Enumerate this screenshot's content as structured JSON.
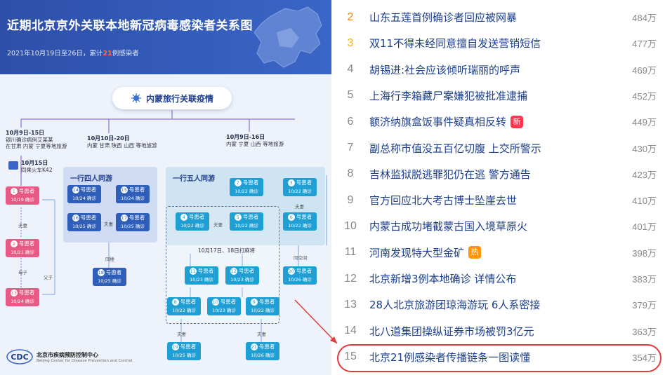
{
  "diagram": {
    "title": "近期北京京外关联本地新冠病毒感染者关系图",
    "subtitle_pre": "2021年10月19日至26日，累计",
    "subtitle_num": "21",
    "subtitle_post": "例感染者",
    "hub": "内蒙旅行关联疫情",
    "branches": [
      {
        "date": "10月9日-15日",
        "line1": "银川确诊病例艾某某",
        "line2": "在甘肃 内蒙 宁夏等地旅游"
      },
      {
        "date": "10月10日-20日",
        "line1": "内蒙 甘肃 陕西 山西 等地旅游",
        "line2": ""
      },
      {
        "date": "10月9日-16日",
        "line1": "内蒙 宁夏 山西 等地旅游",
        "line2": ""
      }
    ],
    "train": {
      "date": "10月15日",
      "text": "同乘火车K42"
    },
    "group4": "一行四人同游",
    "group5": "一行五人同游",
    "date_mid": "10月17日、18日打麻将",
    "patient_label": "号患者",
    "relations": {
      "spouse": "夫妻",
      "mother_son": "母子",
      "father_son": "父子",
      "same_building": "同楼",
      "same_space": "同空间"
    },
    "patients": [
      {
        "n": "1",
        "date": "10/19 确诊"
      },
      {
        "n": "2",
        "date": "10/21 确诊"
      },
      {
        "n": "13",
        "date": "10/24 确诊"
      },
      {
        "n": "14",
        "date": "10/24 确诊"
      },
      {
        "n": "15",
        "date": "10/24 确诊"
      },
      {
        "n": "16",
        "date": "10/25 确诊"
      },
      {
        "n": "17",
        "date": "10/25 确诊"
      },
      {
        "n": "18",
        "date": "10/25 确诊"
      },
      {
        "n": "7",
        "date": "10/22 确诊"
      },
      {
        "n": "3",
        "date": "10/22 确诊"
      },
      {
        "n": "4",
        "date": "10/22 确诊"
      },
      {
        "n": "5",
        "date": "10/22 确诊"
      },
      {
        "n": "6",
        "date": "10/22 确诊"
      },
      {
        "n": "11",
        "date": "10/23 确诊"
      },
      {
        "n": "12",
        "date": "10/23 确诊"
      },
      {
        "n": "20",
        "date": "10/26 确诊"
      },
      {
        "n": "8",
        "date": "10/22 确诊"
      },
      {
        "n": "10",
        "date": "10/23 确诊"
      },
      {
        "n": "9",
        "date": "10/22 确诊"
      },
      {
        "n": "19",
        "date": "10/25 确诊"
      },
      {
        "n": "21",
        "date": "10/26 确诊"
      }
    ],
    "org_cn": "北京市疾病预防控制中心",
    "org_en": "Beijing Center for Disease Prevention and Control",
    "logo_text": "CDC",
    "colors": {
      "header": "#2d4fa8",
      "card_blue": "#2f5fb9",
      "card_red": "#e85a85",
      "card_cyan": "#1f9fd4",
      "highlight": "#e23a3a"
    }
  },
  "hotlist": [
    {
      "rank": "2",
      "title": "山东五莲首例确诊者回应被网暴",
      "count": "484万",
      "badge": ""
    },
    {
      "rank": "3",
      "title": "双11不得未经同意擅自发送营销短信",
      "count": "477万",
      "badge": ""
    },
    {
      "rank": "4",
      "title": "胡锡进:社会应该倾听瑞丽的呼声",
      "count": "469万",
      "badge": ""
    },
    {
      "rank": "5",
      "title": "上海行李箱藏尸案嫌犯被批准逮捕",
      "count": "452万",
      "badge": ""
    },
    {
      "rank": "6",
      "title": "额济纳旗盒饭事件疑真相反转",
      "count": "449万",
      "badge": "新"
    },
    {
      "rank": "7",
      "title": "副总称市值没五百亿切腹 上交所警示",
      "count": "430万",
      "badge": ""
    },
    {
      "rank": "8",
      "title": "吉林监狱脱逃罪犯仍在逃 警方通告",
      "count": "423万",
      "badge": ""
    },
    {
      "rank": "9",
      "title": "官方回应北大考古博士坠崖去世",
      "count": "410万",
      "badge": ""
    },
    {
      "rank": "10",
      "title": "内蒙古成功堵截蒙古国入境草原火",
      "count": "401万",
      "badge": ""
    },
    {
      "rank": "11",
      "title": "河南发现特大型金矿",
      "count": "398万",
      "badge": "热"
    },
    {
      "rank": "12",
      "title": "北京新增3例本地确诊 详情公布",
      "count": "383万",
      "badge": ""
    },
    {
      "rank": "13",
      "title": "28人北京旅游团琼海游玩 6人系密接",
      "count": "379万",
      "badge": ""
    },
    {
      "rank": "14",
      "title": "北八道集团操纵证券市场被罚3亿元",
      "count": "363万",
      "badge": ""
    },
    {
      "rank": "15",
      "title": "北京21例感染者传播链条一图读懂",
      "count": "354万",
      "badge": ""
    }
  ]
}
